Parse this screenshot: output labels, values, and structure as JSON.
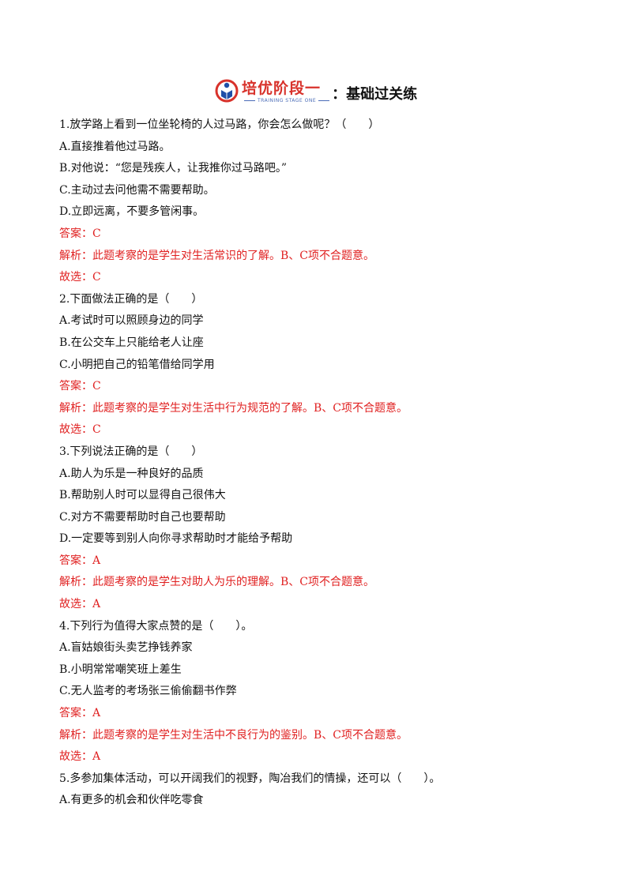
{
  "header": {
    "brand": "培优阶段一",
    "brand_en": "TRAINING STAGE ONE",
    "separator": "：",
    "title": "基础过关练"
  },
  "questions": [
    {
      "stem": "1.放学路上看到一位坐轮椅的人过马路，你会怎么做呢？（　　）",
      "options": [
        "A.直接推着他过马路。",
        "B.对他说：“您是残疾人，让我推你过马路吧。”",
        "C.主动过去问他需不需要帮助。",
        "D.立即远离，不要多管闲事。"
      ],
      "answer": "答案：C",
      "analysis": "解析：此题考察的是学生对生活常识的了解。B、C项不合题意。",
      "choice": "故选：C"
    },
    {
      "stem": "2.下面做法正确的是（　　）",
      "options": [
        "A.考试时可以照顾身边的同学",
        "B.在公交车上只能给老人让座",
        "C.小明把自己的铅笔借给同学用"
      ],
      "answer": "答案：C",
      "analysis": "解析：此题考察的是学生对生活中行为规范的了解。B、C项不合题意。",
      "choice": "故选：C"
    },
    {
      "stem": "3.下列说法正确的是（　　）",
      "options": [
        "A.助人为乐是一种良好的品质",
        "B.帮助别人时可以显得自己很伟大",
        "C.对方不需要帮助时自己也要帮助",
        "D.一定要等到别人向你寻求帮助时才能给予帮助"
      ],
      "answer": "答案：A",
      "analysis": "解析：此题考察的是学生对助人为乐的理解。B、C项不合题意。",
      "choice": "故选：A"
    },
    {
      "stem": "4.下列行为值得大家点赞的是（　　）。",
      "options": [
        "A.盲姑娘街头卖艺挣钱养家",
        "B.小明常常嘲笑班上差生",
        "C.无人监考的考场张三偷偷翻书作弊"
      ],
      "answer": "答案：A",
      "analysis": "解析：此题考察的是学生对生活中不良行为的鉴别。B、C项不合题意。",
      "choice": "故选：A"
    },
    {
      "stem": "5.多参加集体活动，可以开阔我们的视野，陶冶我们的情操，还可以（　　）。",
      "options": [
        "A.有更多的机会和伙伴吃零食"
      ]
    }
  ],
  "colors": {
    "answer": "#e02020",
    "brand": "#d8322b",
    "brand_sub": "#4b6cb7"
  }
}
